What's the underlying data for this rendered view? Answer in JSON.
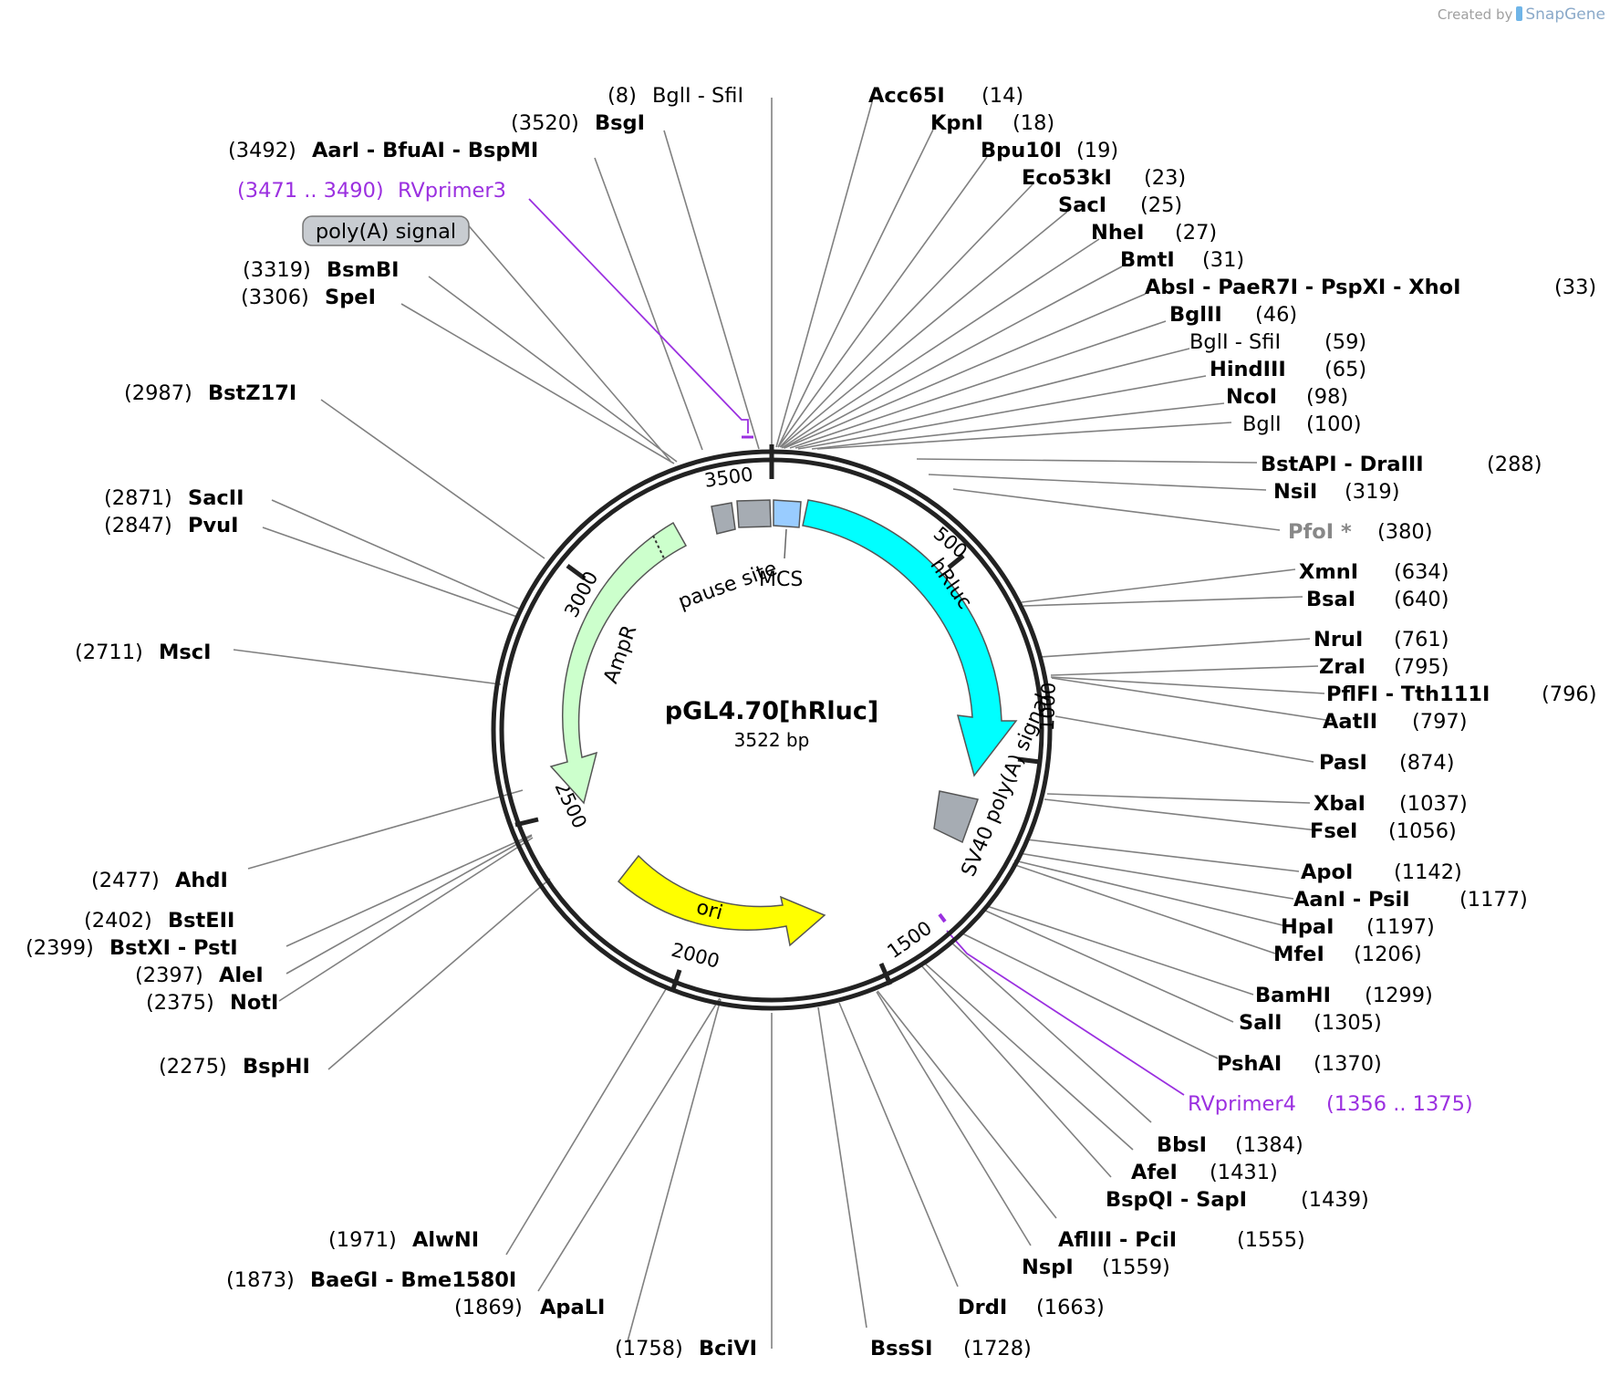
{
  "credit": {
    "prefix": "Created by",
    "brand": "SnapGene"
  },
  "plasmid": {
    "name": "pGL4.70[hRluc]",
    "length_label": "3522 bp"
  },
  "ticks": [
    "3500",
    "500",
    "1000",
    "1500",
    "2000",
    "2500",
    "3000"
  ],
  "features": [
    {
      "name": "hRluc",
      "color": "#00ffff"
    },
    {
      "name": "AmpR",
      "color": "#ccffcc"
    },
    {
      "name": "ori",
      "color": "#ffff00"
    },
    {
      "name": "SV40 poly(A) signal",
      "color": "#a6acb3"
    },
    {
      "name": "pause site",
      "color": "#a6acb3"
    },
    {
      "name": "MCS",
      "color": "#99ccff"
    },
    {
      "name": "poly(A) signal",
      "color": "#c8ccd1"
    }
  ],
  "sites": [
    {
      "pos": "(8)",
      "name": "BglI  - SfiI",
      "style": "normal"
    },
    {
      "pos": "(14)",
      "name": "Acc65I",
      "style": "bold"
    },
    {
      "pos": "(18)",
      "name": "KpnI",
      "style": "bold"
    },
    {
      "pos": "(19)",
      "name": "Bpu10I",
      "style": "bold"
    },
    {
      "pos": "(23)",
      "name": "Eco53kI",
      "style": "bold"
    },
    {
      "pos": "(25)",
      "name": "SacI",
      "style": "bold"
    },
    {
      "pos": "(27)",
      "name": "NheI",
      "style": "bold"
    },
    {
      "pos": "(31)",
      "name": "BmtI",
      "style": "bold"
    },
    {
      "pos": "(33)",
      "name": "AbsI  - PaeR7I  - PspXI  - XhoI",
      "style": "bold"
    },
    {
      "pos": "(46)",
      "name": "BglII",
      "style": "bold"
    },
    {
      "pos": "(59)",
      "name": "BglI  - SfiI",
      "style": "normal"
    },
    {
      "pos": "(65)",
      "name": "HindIII",
      "style": "bold"
    },
    {
      "pos": "(98)",
      "name": "NcoI",
      "style": "bold"
    },
    {
      "pos": "(100)",
      "name": "BglI",
      "style": "normal"
    },
    {
      "pos": "(288)",
      "name": "BstAPI  - DraIII",
      "style": "bold"
    },
    {
      "pos": "(319)",
      "name": "NsiI",
      "style": "bold"
    },
    {
      "pos": "(380)",
      "name": "PfoI *",
      "style": "dim"
    },
    {
      "pos": "(634)",
      "name": "XmnI",
      "style": "bold"
    },
    {
      "pos": "(640)",
      "name": "BsaI",
      "style": "bold"
    },
    {
      "pos": "(761)",
      "name": "NruI",
      "style": "bold"
    },
    {
      "pos": "(795)",
      "name": "ZraI",
      "style": "bold"
    },
    {
      "pos": "(796)",
      "name": "PflFI  - Tth111I",
      "style": "bold"
    },
    {
      "pos": "(797)",
      "name": "AatII",
      "style": "bold"
    },
    {
      "pos": "(874)",
      "name": "PasI",
      "style": "bold"
    },
    {
      "pos": "(1037)",
      "name": "XbaI",
      "style": "bold"
    },
    {
      "pos": "(1056)",
      "name": "FseI",
      "style": "bold"
    },
    {
      "pos": "(1142)",
      "name": "ApoI",
      "style": "bold"
    },
    {
      "pos": "(1177)",
      "name": "AanI  - PsiI",
      "style": "bold"
    },
    {
      "pos": "(1197)",
      "name": "HpaI",
      "style": "bold"
    },
    {
      "pos": "(1206)",
      "name": "MfeI",
      "style": "bold"
    },
    {
      "pos": "(1299)",
      "name": "BamHI",
      "style": "bold"
    },
    {
      "pos": "(1305)",
      "name": "SalI",
      "style": "bold"
    },
    {
      "pos": "(1370)",
      "name": "PshAI",
      "style": "bold"
    },
    {
      "pos": "(1356 .. 1375)",
      "name": "RVprimer4",
      "style": "primer"
    },
    {
      "pos": "(1384)",
      "name": "BbsI",
      "style": "bold"
    },
    {
      "pos": "(1431)",
      "name": "AfeI",
      "style": "bold"
    },
    {
      "pos": "(1439)",
      "name": "BspQI  - SapI",
      "style": "bold"
    },
    {
      "pos": "(1555)",
      "name": "AflIII  - PciI",
      "style": "bold"
    },
    {
      "pos": "(1559)",
      "name": "NspI",
      "style": "bold"
    },
    {
      "pos": "(1663)",
      "name": "DrdI",
      "style": "bold"
    },
    {
      "pos": "(1728)",
      "name": "BssSI",
      "style": "bold"
    },
    {
      "pos": "(1758)",
      "name": "BciVI",
      "style": "bold"
    },
    {
      "pos": "(1869)",
      "name": "ApaLI",
      "style": "bold"
    },
    {
      "pos": "(1873)",
      "name": "BaeGI  - Bme1580I",
      "style": "bold"
    },
    {
      "pos": "(1971)",
      "name": "AlwNI",
      "style": "bold"
    },
    {
      "pos": "(2275)",
      "name": "BspHI",
      "style": "bold"
    },
    {
      "pos": "(2375)",
      "name": "NotI",
      "style": "bold"
    },
    {
      "pos": "(2397)",
      "name": "AleI",
      "style": "bold"
    },
    {
      "pos": "(2399)",
      "name": "BstXI  - PstI",
      "style": "bold"
    },
    {
      "pos": "(2402)",
      "name": "BstEII",
      "style": "bold"
    },
    {
      "pos": "(2477)",
      "name": "AhdI",
      "style": "bold"
    },
    {
      "pos": "(2711)",
      "name": "MscI",
      "style": "bold"
    },
    {
      "pos": "(2847)",
      "name": "PvuI",
      "style": "bold"
    },
    {
      "pos": "(2871)",
      "name": "SacII",
      "style": "bold"
    },
    {
      "pos": "(2987)",
      "name": "BstZ17I",
      "style": "bold"
    },
    {
      "pos": "(3306)",
      "name": "SpeI",
      "style": "bold"
    },
    {
      "pos": "(3319)",
      "name": "BsmBI",
      "style": "bold"
    },
    {
      "pos": "(3471 .. 3490)",
      "name": "RVprimer3",
      "style": "primer"
    },
    {
      "pos": "(3492)",
      "name": "AarI  - BfuAI  - BspMI",
      "style": "bold"
    },
    {
      "pos": "(3520)",
      "name": "BsgI",
      "style": "bold"
    }
  ],
  "colors": {
    "primer": "#9b30e0",
    "dim_label": "#888888",
    "leader": "#808080",
    "backbone": "#222222"
  }
}
